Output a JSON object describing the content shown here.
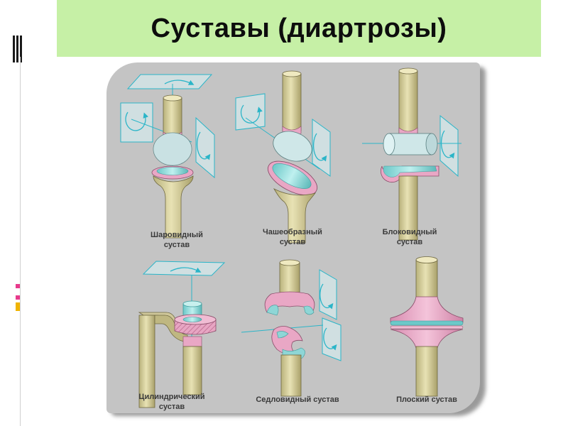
{
  "slide": {
    "title": "Суставы (диартрозы)"
  },
  "colors": {
    "title_band": "#c6f0a6",
    "panel": "#c4c4c4",
    "bone": "#ddd7a8",
    "cartilage_pink": "#e9a7c5",
    "cartilage_cyan": "#8ed6d6",
    "axis_line": "#2bb5c8"
  },
  "joints": [
    {
      "line1": "Шаровидный",
      "line2": "сустав"
    },
    {
      "line1": "Чашеобразный",
      "line2": "сустав"
    },
    {
      "line1": "Блоковидный",
      "line2": "сустав"
    },
    {
      "line1": "Цилиндрический",
      "line2": "сустав"
    },
    {
      "line1": "Седловидный сустав",
      "line2": ""
    },
    {
      "line1": "Плоский сустав",
      "line2": ""
    }
  ]
}
